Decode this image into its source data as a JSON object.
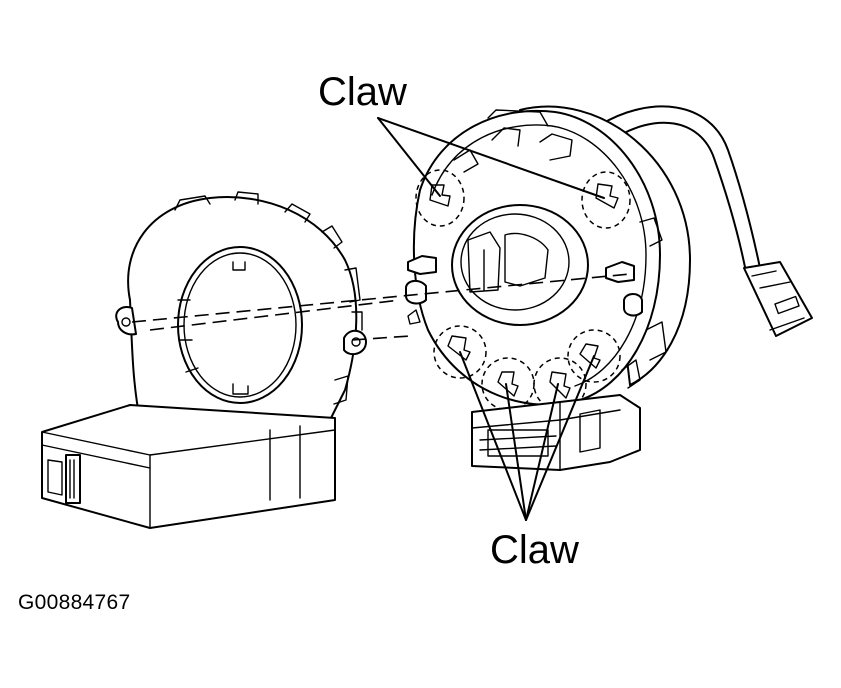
{
  "labels": {
    "claw_top": "Claw",
    "claw_bottom": "Claw",
    "figure_id": "G00884767"
  },
  "colors": {
    "ink": "#000000",
    "paper": "#ffffff"
  }
}
